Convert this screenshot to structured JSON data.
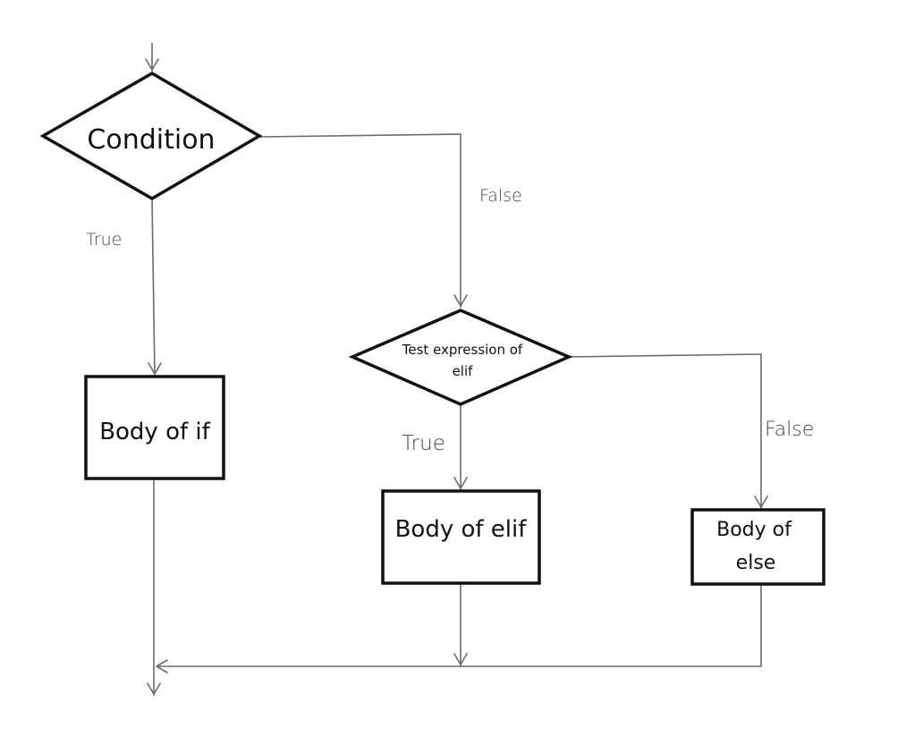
{
  "diagram": {
    "nodes": {
      "condition": "Condition",
      "elif_test_line1": "Test expression of",
      "elif_test_line2": "elif",
      "body_if": "Body of if",
      "body_elif": "Body of elif",
      "body_else_line1": "Body of",
      "body_else_line2": "else"
    },
    "edges": {
      "condition_true": "True",
      "condition_false": "False",
      "elif_true": "True",
      "elif_false": "False"
    }
  }
}
